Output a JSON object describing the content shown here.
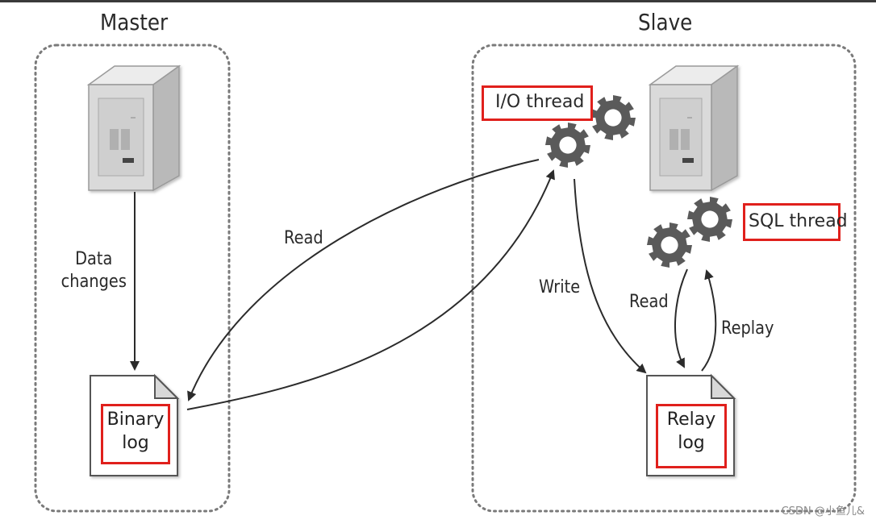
{
  "master": {
    "title": "Master",
    "data_changes": "Data\nchanges",
    "binary_log": "Binary\nlog"
  },
  "slave": {
    "title": "Slave",
    "io_thread": "I/O thread",
    "sql_thread": "SQL thread",
    "relay_log": "Relay\nlog",
    "write": "Write",
    "read": "Read",
    "replay": "Replay"
  },
  "read_arrow": "Read",
  "watermark": "CSDN @小鱼儿&",
  "colors": {
    "highlight": "#e0201c",
    "gear": "#5a5a5a",
    "dotted_border": "#7a7a7a"
  }
}
